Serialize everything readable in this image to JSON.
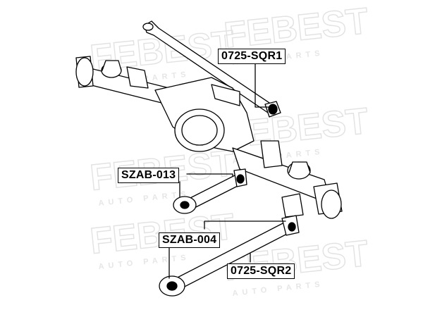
{
  "watermark": {
    "brand": "FEBEST",
    "sub": "AUTO PARTS"
  },
  "parts": [
    {
      "id": "part-label-0725-sqr1",
      "code": "0725-SQR1"
    },
    {
      "id": "part-label-szab-013",
      "code": "SZAB-013"
    },
    {
      "id": "part-label-szab-004",
      "code": "SZAB-004"
    },
    {
      "id": "part-label-0725-sqr2",
      "code": "0725-SQR2"
    }
  ]
}
